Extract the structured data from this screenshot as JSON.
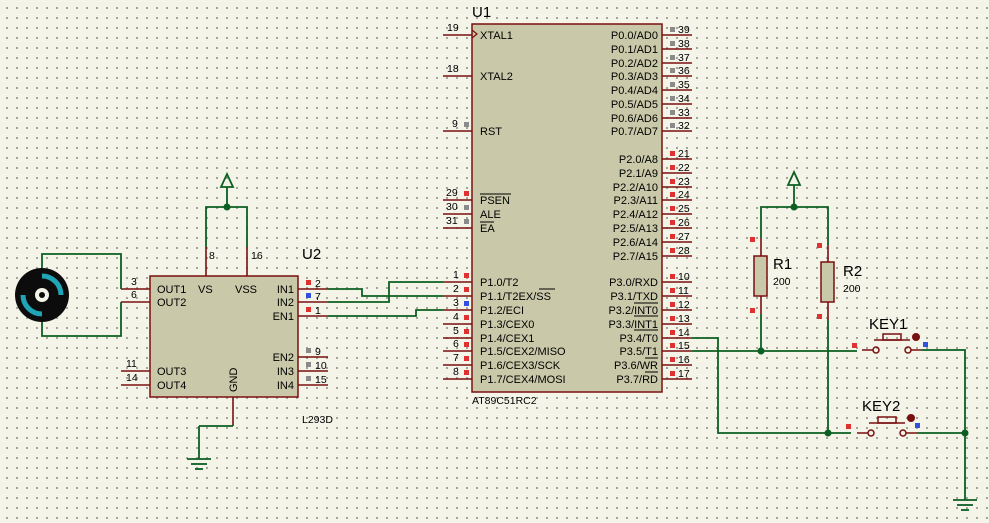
{
  "u1": {
    "ref": "U1",
    "part": "AT89C51RC2",
    "left_pins": [
      {
        "num": "19",
        "name": "XTAL1"
      },
      {
        "num": "18",
        "name": "XTAL2"
      },
      {
        "num": "9",
        "name": "RST"
      },
      {
        "num": "29",
        "name": "PSEN"
      },
      {
        "num": "30",
        "name": "ALE"
      },
      {
        "num": "31",
        "name": "EA"
      },
      {
        "num": "1",
        "name": "P1.0/T2"
      },
      {
        "num": "2",
        "name": "P1.1/T2EX/SS"
      },
      {
        "num": "3",
        "name": "P1.2/ECI"
      },
      {
        "num": "4",
        "name": "P1.3/CEX0"
      },
      {
        "num": "5",
        "name": "P1.4/CEX1"
      },
      {
        "num": "6",
        "name": "P1.5/CEX2/MISO"
      },
      {
        "num": "7",
        "name": "P1.6/CEX3/SCK"
      },
      {
        "num": "8",
        "name": "P1.7/CEX4/MOSI"
      }
    ],
    "right_pins": [
      {
        "num": "39",
        "name": "P0.0/AD0"
      },
      {
        "num": "38",
        "name": "P0.1/AD1"
      },
      {
        "num": "37",
        "name": "P0.2/AD2"
      },
      {
        "num": "36",
        "name": "P0.3/AD3"
      },
      {
        "num": "35",
        "name": "P0.4/AD4"
      },
      {
        "num": "34",
        "name": "P0.5/AD5"
      },
      {
        "num": "33",
        "name": "P0.6/AD6"
      },
      {
        "num": "32",
        "name": "P0.7/AD7"
      },
      {
        "num": "21",
        "name": "P2.0/A8"
      },
      {
        "num": "22",
        "name": "P2.1/A9"
      },
      {
        "num": "23",
        "name": "P2.2/A10"
      },
      {
        "num": "24",
        "name": "P2.3/A11"
      },
      {
        "num": "25",
        "name": "P2.4/A12"
      },
      {
        "num": "26",
        "name": "P2.5/A13"
      },
      {
        "num": "27",
        "name": "P2.6/A14"
      },
      {
        "num": "28",
        "name": "P2.7/A15"
      },
      {
        "num": "10",
        "name": "P3.0/RXD"
      },
      {
        "num": "11",
        "name": "P3.1/TXD"
      },
      {
        "num": "12",
        "name": "P3.2/INT0"
      },
      {
        "num": "13",
        "name": "P3.3/INT1"
      },
      {
        "num": "14",
        "name": "P3.4/T0"
      },
      {
        "num": "15",
        "name": "P3.5/T1"
      },
      {
        "num": "16",
        "name": "P3.6/WR"
      },
      {
        "num": "17",
        "name": "P3.7/RD"
      }
    ]
  },
  "u2": {
    "ref": "U2",
    "part": "L293D",
    "left_pins": [
      {
        "num": "3",
        "name": "OUT1"
      },
      {
        "num": "6",
        "name": "OUT2"
      },
      {
        "num": "11",
        "name": "OUT3"
      },
      {
        "num": "14",
        "name": "OUT4"
      }
    ],
    "right_pins": [
      {
        "num": "2",
        "name": "IN1"
      },
      {
        "num": "7",
        "name": "IN2"
      },
      {
        "num": "1",
        "name": "EN1"
      },
      {
        "num": "9",
        "name": "EN2"
      },
      {
        "num": "10",
        "name": "IN3"
      },
      {
        "num": "15",
        "name": "IN4"
      }
    ],
    "top_pins": [
      {
        "num": "8",
        "name": "VS"
      },
      {
        "num": "16",
        "name": "VSS"
      }
    ],
    "bottom_pin": {
      "name": "GND"
    }
  },
  "r1": {
    "ref": "R1",
    "value": "200"
  },
  "r2": {
    "ref": "R2",
    "value": "200"
  },
  "key1": {
    "ref": "KEY1"
  },
  "key2": {
    "ref": "KEY2"
  },
  "colors": {
    "wire": "#0b5f22",
    "body": "#c9c9aa",
    "pin": "#7a0f0f",
    "pin_marker_red": "#e03030",
    "pin_marker_blue": "#3050e0",
    "pin_marker_grey": "#8a8a8a",
    "background": "#f4f4e8"
  }
}
